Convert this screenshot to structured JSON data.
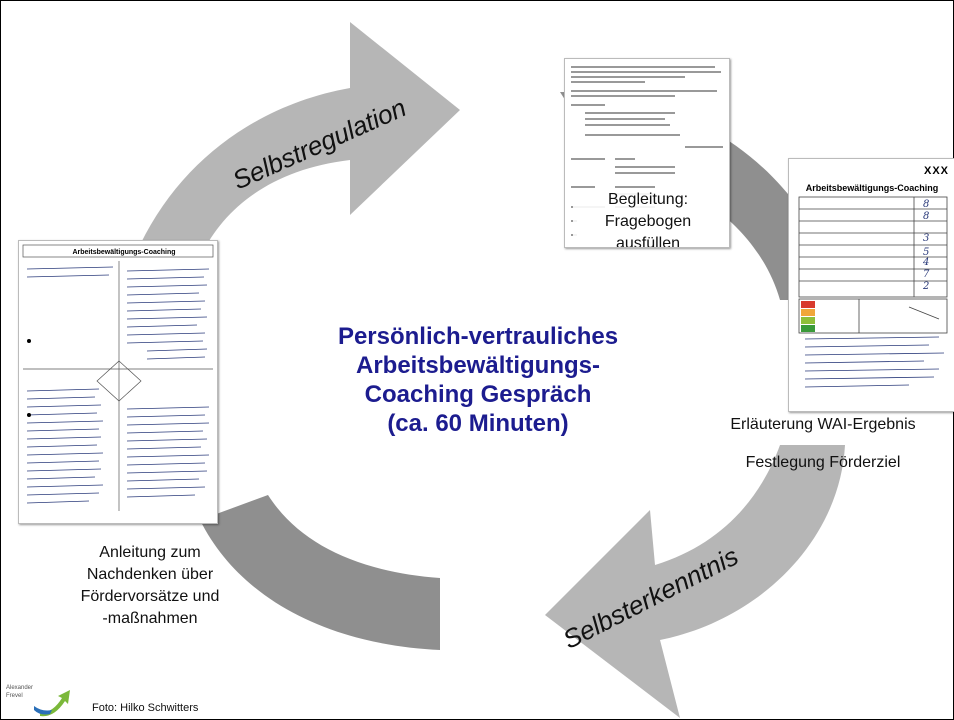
{
  "center_title": "Persönlich-vertrauliches\nArbeitsbewältigungs-\nCoaching Gespräch\n(ca. 60 Minuten)",
  "arrow_labels": {
    "top": "Selbstregulation",
    "bottom": "Selbsterkenntnis"
  },
  "captions": {
    "top_right": "Begleitung:\nFragebogen\nausfüllen",
    "right_1": "Erläuterung WAI-Ergebnis",
    "right_2": "Festlegung Förderziel",
    "left": "Anleitung zum\nNachdenken über\nFördervorsätze und\n-maßnahmen"
  },
  "documents": {
    "left_title": "Arbeitsbewältigungs-Coaching",
    "right_title": "Arbeitsbewältigungs-Coaching",
    "right_code": "XXX"
  },
  "logo_text": "Alexander\nFrevel",
  "footer": "Foto: Hilko Schwitters",
  "colors": {
    "arrow_light": "#b4b4b4",
    "arrow_dark": "#8e8e8e",
    "title": "#1c1c8f"
  }
}
